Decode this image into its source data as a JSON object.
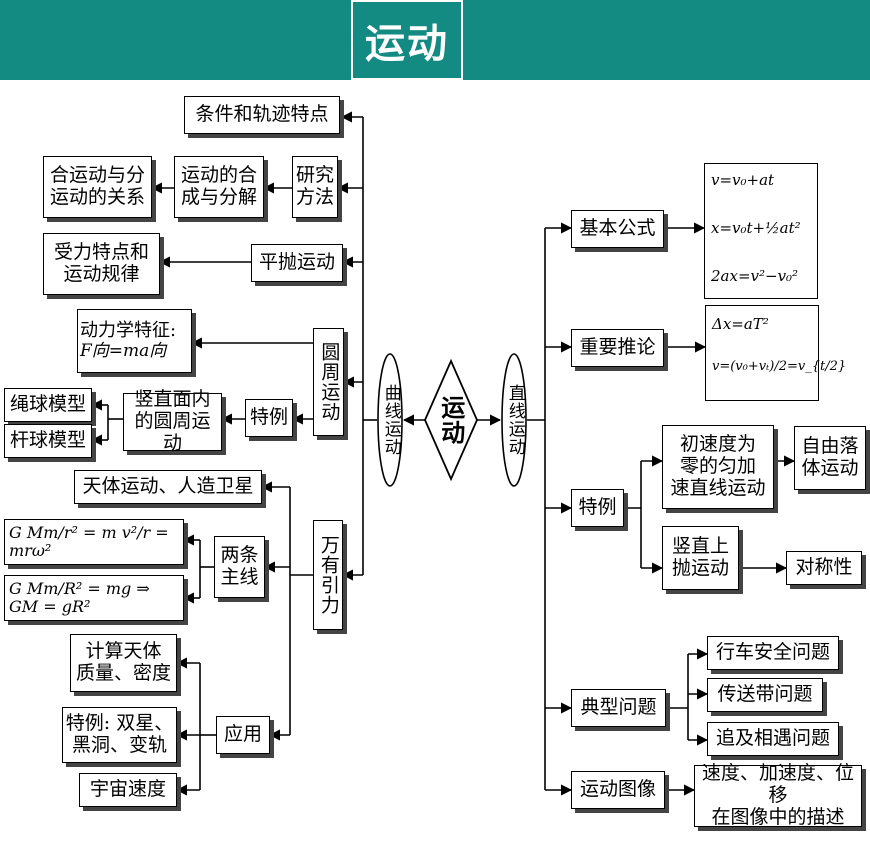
{
  "title": "运动",
  "center": "运动",
  "curve": {
    "label": "曲线运动",
    "conditions": "条件和轨迹特点",
    "research_method": "研究\n方法",
    "compose": "运动的合\n成与分解",
    "relation": "合运动与分\n运动的关系",
    "projectile": "平抛运动",
    "projectile_desc": "受力特点和\n运动规律",
    "circular": "圆周运动",
    "dynamics_label": "动力学特征:",
    "dynamics_formula": "F向=ma向",
    "special": "特例",
    "vertical_circle": "竖直面内\n的圆周运动",
    "rope_model": "绳球模型",
    "rod_model": "杆球模型",
    "gravitation": "万有引力",
    "celestial": "天体运动、人造卫星",
    "two_lines": "两条\n主线",
    "formula_1": "G Mm/r² = m v²/r = mrω²",
    "formula_2": "G Mm/R² = mg ⇒ GM = gR²",
    "application": "应用",
    "mass_density": "计算天体\n质量、密度",
    "special_cases": "特例: 双星、\n黑洞、变轨",
    "cosmic_speed": "宇宙速度"
  },
  "linear": {
    "label": "直线运动",
    "basic_formula": "基本公式",
    "basic_f1": "v=v₀+at",
    "basic_f2": "x=v₀t+½at²",
    "basic_f3": "2ax=v²−v₀²",
    "important_inference": "重要推论",
    "inf_f1": "Δx=aT²",
    "inf_f2": "v=(v₀+vₜ)/2=v_{t/2}",
    "special": "特例",
    "free_fall_condition": "初速度为\n零的匀加\n速直线运动",
    "free_fall": "自由落\n体运动",
    "vertical_throw": "竖直上\n抛运动",
    "symmetry": "对称性",
    "typical_problems": "典型问题",
    "traffic_safety": "行车安全问题",
    "conveyor": "传送带问题",
    "pursuit": "追及相遇问题",
    "motion_graph": "运动图像",
    "graph_desc": "速度、加速度、位移\n在图像中的描述"
  }
}
